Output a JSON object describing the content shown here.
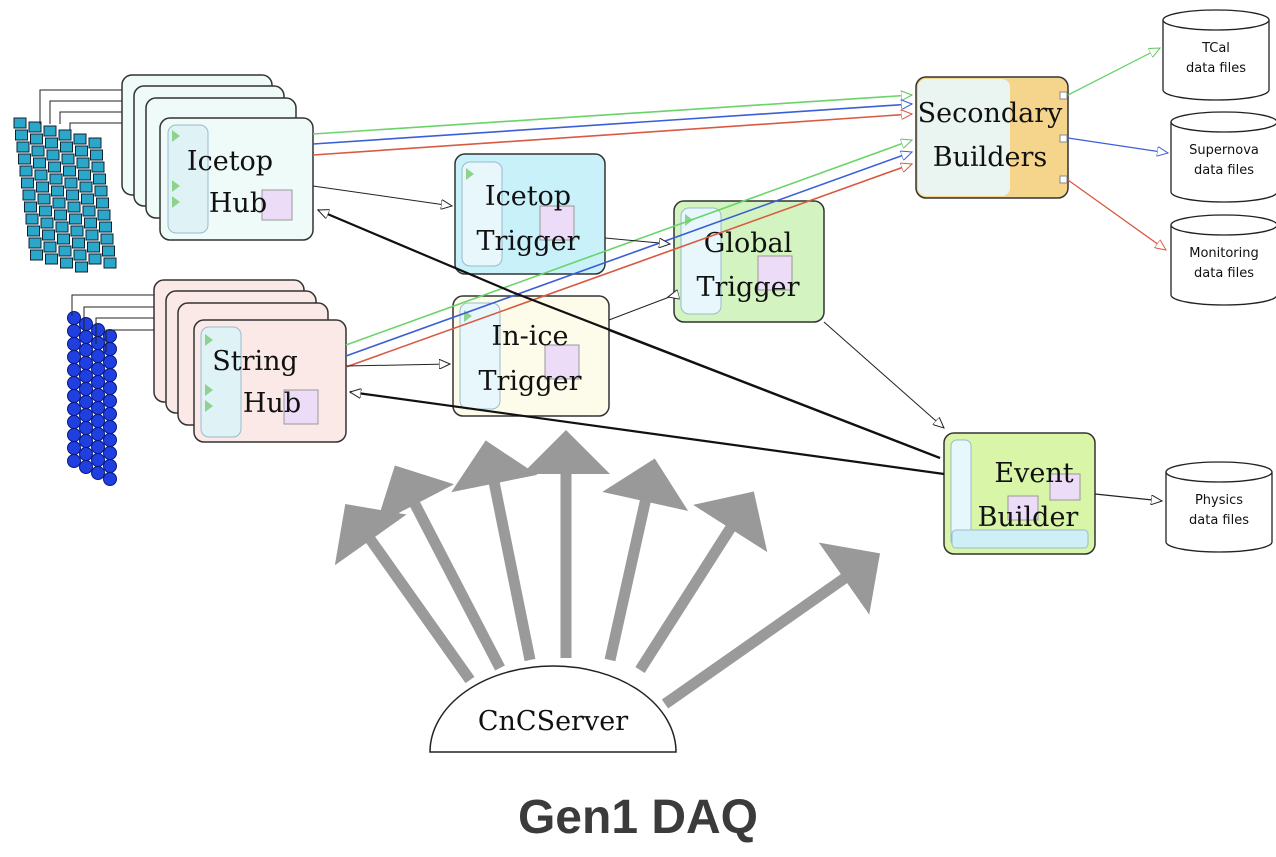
{
  "caption": "Gen1 DAQ",
  "components": {
    "icetop_hub": [
      "Icetop",
      "Hub"
    ],
    "string_hub": [
      "String",
      "Hub"
    ],
    "icetop_trigger": [
      "Icetop",
      "Trigger"
    ],
    "inice_trigger": [
      "In-ice",
      "Trigger"
    ],
    "global_trigger": [
      "Global",
      "Trigger"
    ],
    "secondary_builders": [
      "Secondary",
      "Builders"
    ],
    "event_builder": [
      "Event",
      "Builder"
    ],
    "cnc_server": "CnCServer"
  },
  "data_files": {
    "tcal": [
      "TCal",
      "data files"
    ],
    "supernova": [
      "Supernova",
      "data files"
    ],
    "monitoring": [
      "Monitoring",
      "data files"
    ],
    "physics": [
      "Physics",
      "data files"
    ]
  },
  "colors": {
    "icetop_hub": "#eefbf8",
    "string_hub": "#fbe9e7",
    "icetop_trigger": "#c9f1f9",
    "inice_trigger": "#fdfcea",
    "global_trigger": "#d3f3c0",
    "secondary_builders": "#f5d48c",
    "event_builder": "#d9f5a8",
    "tcal_stream": "#7fdc7f",
    "supernova_stream": "#4a6fe0",
    "monitoring_stream": "#e0614a",
    "control_arrows": "#9a9a9a"
  }
}
